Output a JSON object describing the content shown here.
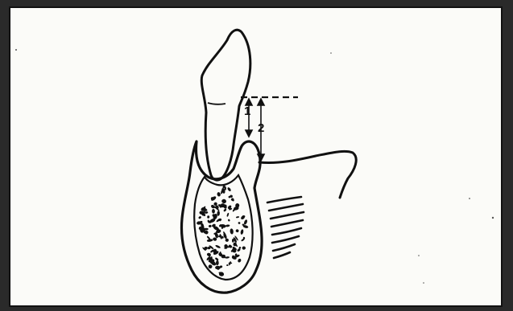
{
  "diagram": {
    "measurements": [
      {
        "id": "1",
        "label": "1"
      },
      {
        "id": "2",
        "label": "2"
      }
    ],
    "colors": {
      "ink": "#111111",
      "paper": "#fbfbf8",
      "frame": "#2a2a2a"
    },
    "parts": [
      "tooth-crown",
      "gingiva",
      "alveolar-bone",
      "cancellous-bone-pattern",
      "cortical-bone-lines"
    ]
  }
}
